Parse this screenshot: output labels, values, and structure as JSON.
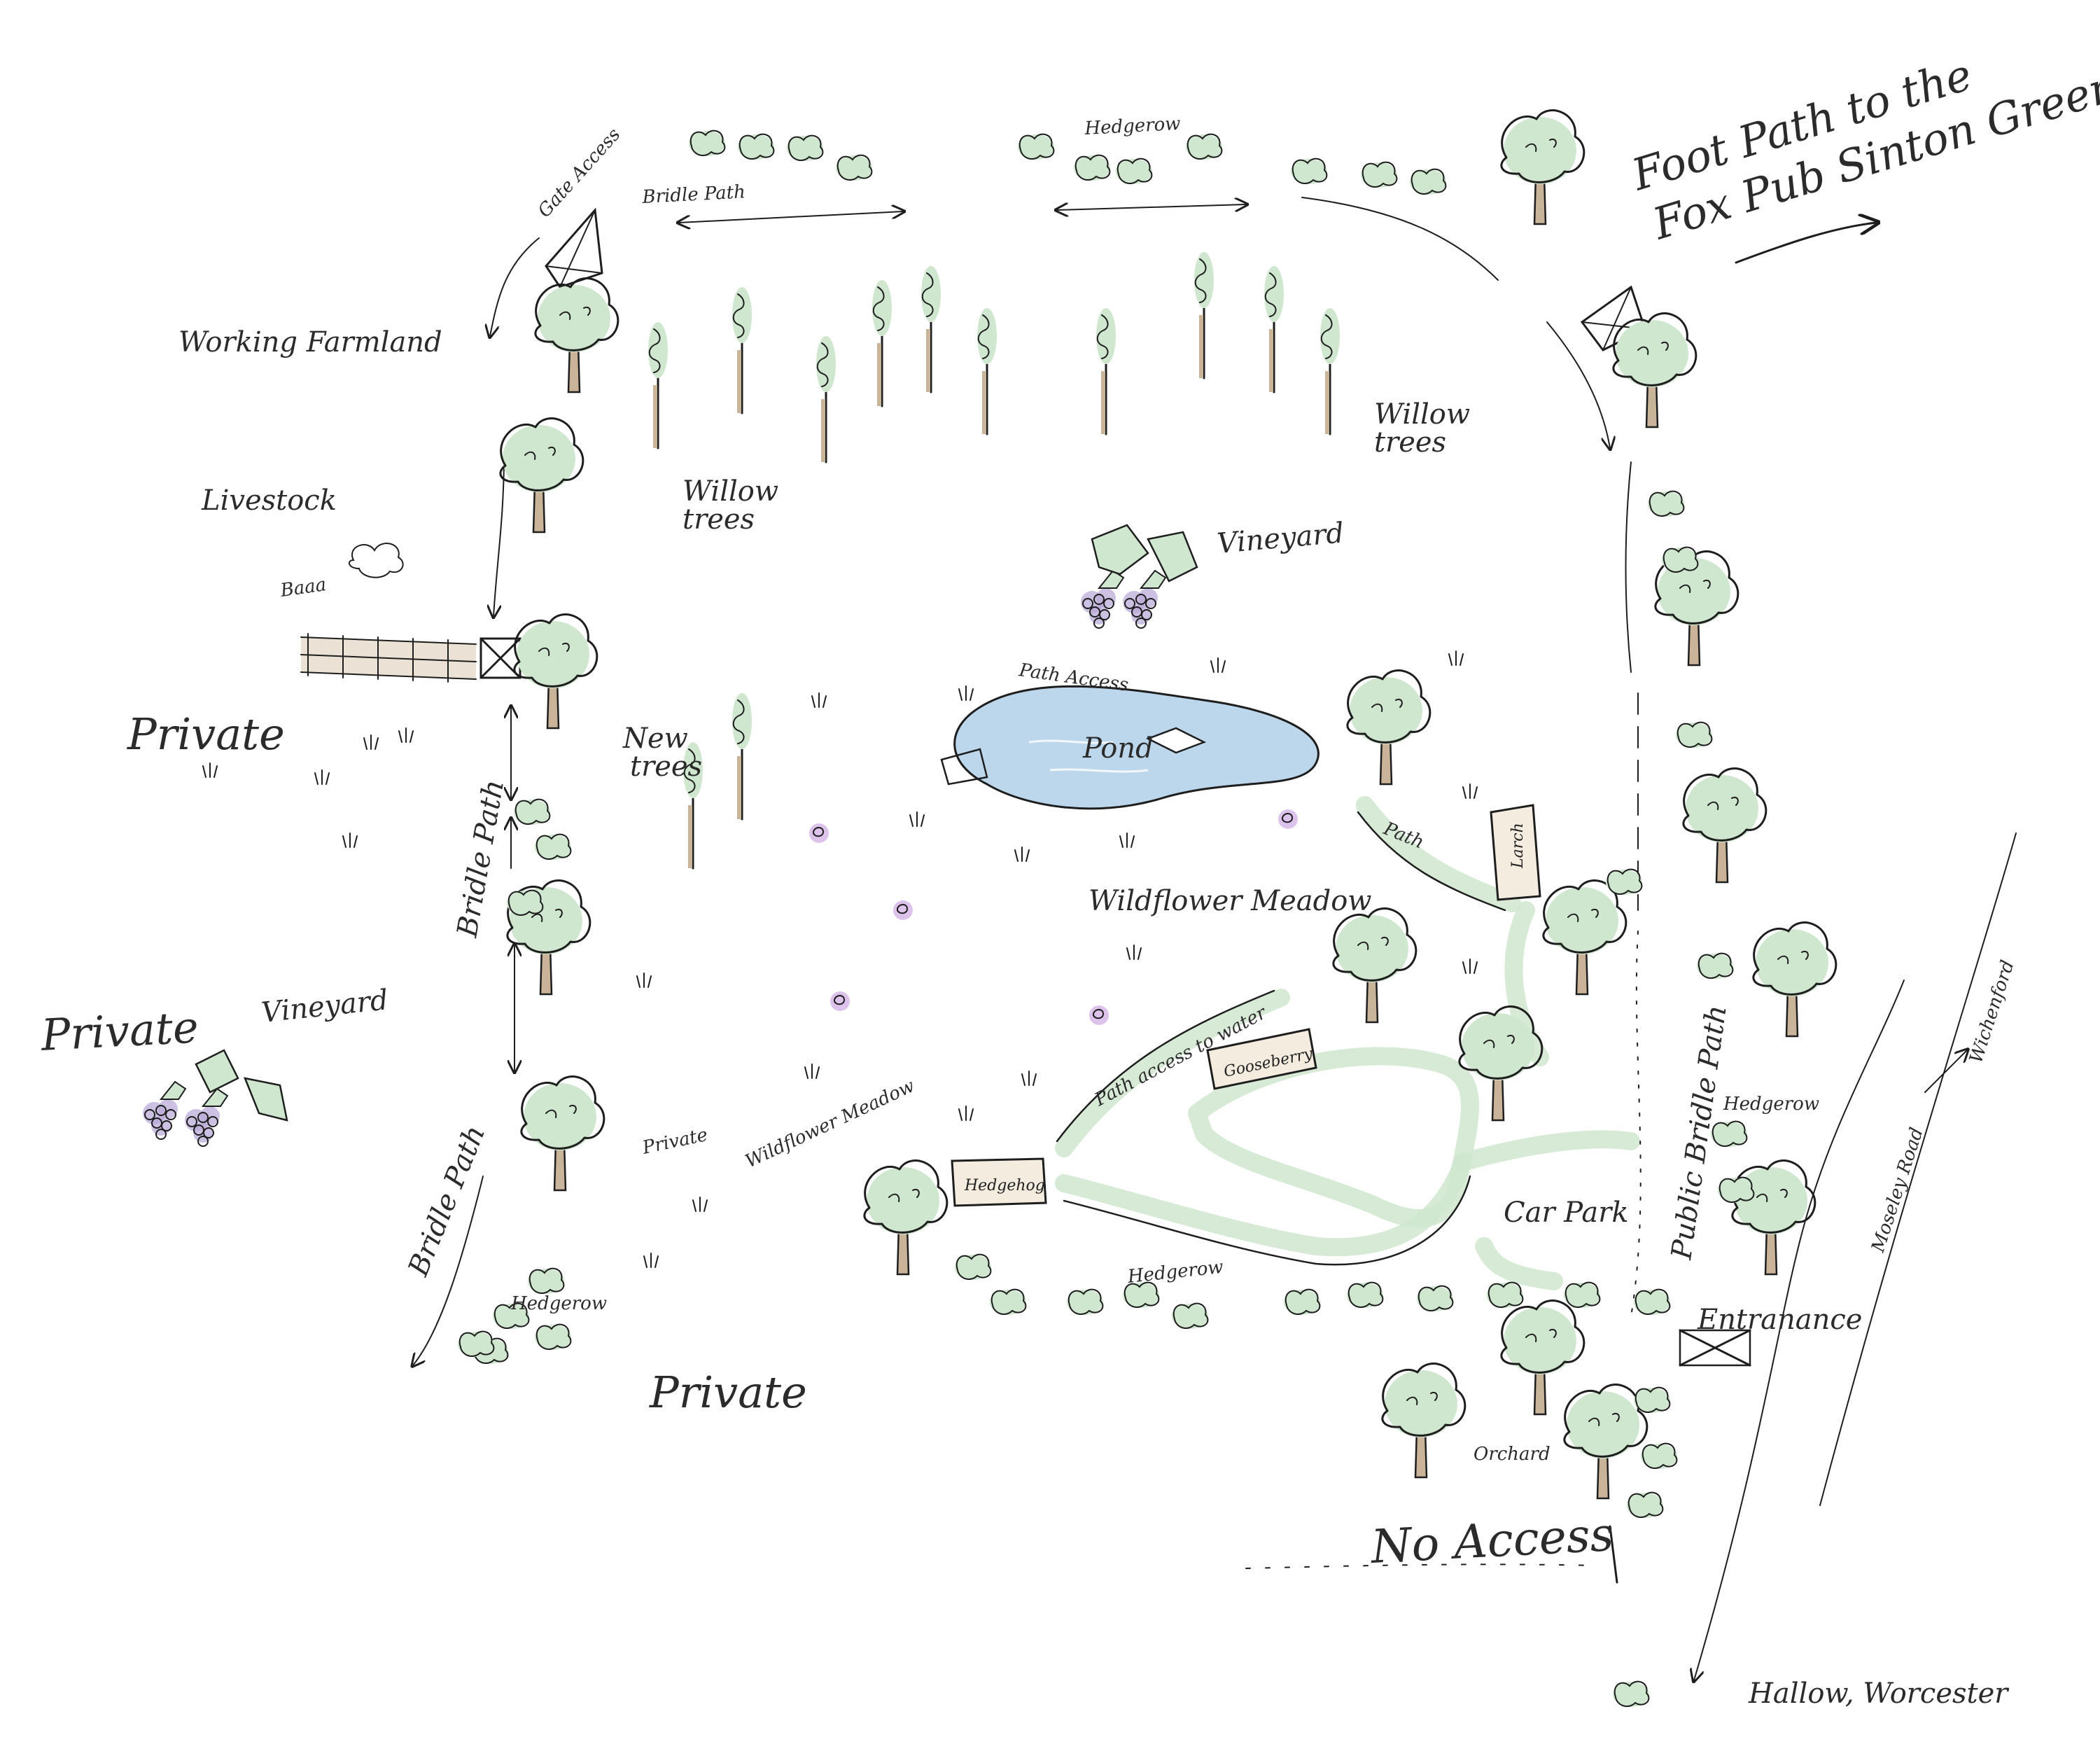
{
  "colors": {
    "ink": "#1e1e1e",
    "foliage": "#cfe6cf",
    "foliage_dark": "#a9cfa9",
    "trunk": "#c9b49a",
    "water": "#bcd7ec",
    "grape": "#b7a7d6",
    "flower": "#c79be0",
    "flower_yellow": "#e9e29a"
  },
  "labels": {
    "hedgerow_top": "Hedgerow",
    "gate_access": "Gate Access",
    "bridle_path_top": "Bridle Path",
    "foot_path": "Foot Path to the",
    "foot_path_2": "Fox Pub Sinton Green",
    "working_farmland": "Working Farmland",
    "livestock": "Livestock",
    "baaa": "Baaa",
    "willow_trees_left": "Willow",
    "willow_trees_left_2": "trees",
    "willow_trees_right": "Willow",
    "willow_trees_right_2": "trees",
    "vineyard_center": "Vineyard",
    "path_access": "Path Access",
    "pond": "Pond",
    "private_left": "Private",
    "new_trees": "New",
    "new_trees_2": "trees",
    "path": "Path",
    "bridle_path_left": "Bridle Path",
    "wildflower_meadow_center": "Wildflower Meadow",
    "vineyard_left": "Vineyard",
    "private_lower_left": "Private",
    "path_access_to_water": "Path access to water",
    "public_bridle_path": "Public Bridle Path",
    "private_small": "Private",
    "wildflower_meadow_lower": "Wildflower Meadow",
    "hedgerow_right": "Hedgerow",
    "bridle_path_lower": "Bridle Path",
    "car_park": "Car Park",
    "hedgerow_bottom": "Hedgerow",
    "hedgerow_lower_left": "Hedgerow",
    "entrance": "Entranance",
    "moseley_road": "Moseley Road",
    "wichenford": "Wichenford",
    "private_bottom": "Private",
    "orchard": "Orchard",
    "no_access": "No Access",
    "hallow": "Hallow, Worcester"
  },
  "signs": {
    "larch": "Larch",
    "gooseberry": "Gooseberry",
    "hedgehog": "Hedgehog"
  }
}
